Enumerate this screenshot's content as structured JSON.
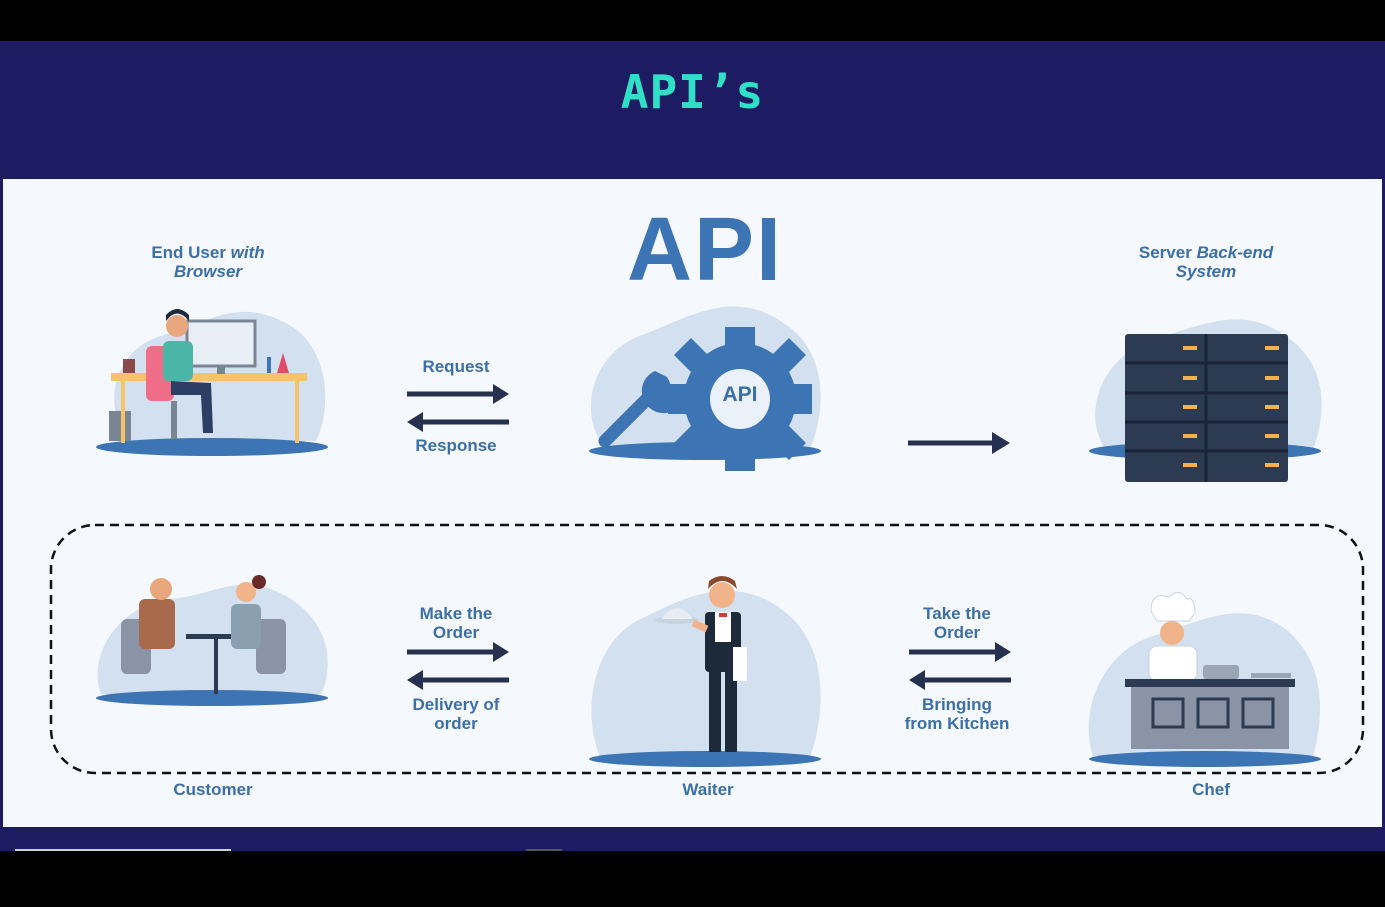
{
  "slide": {
    "title": "API’s"
  },
  "diagram": {
    "center_title": "API",
    "gear_label": "API",
    "top_row": {
      "end_user_label_part1": "End User ",
      "end_user_label_part2": "with",
      "end_user_label_part3": "Browser",
      "server_label_part1": "Server ",
      "server_label_part2": "Back-end",
      "server_label_part3": "System",
      "request_label": "Request",
      "response_label": "Response"
    },
    "bottom_row": {
      "customer_label": "Customer",
      "waiter_label": "Waiter",
      "chef_label": "Chef",
      "make_order_label_1": "Make the",
      "make_order_label_2": "Order",
      "delivery_label_1": "Delivery of",
      "delivery_label_2": "order",
      "take_order_label_1": "Take the",
      "take_order_label_2": "Order",
      "bringing_label_1": "Bringing",
      "bringing_label_2": "from Kitchen"
    },
    "colors": {
      "blob": "#d3e0ef",
      "accent": "#3d74b3",
      "arrow": "#26304f",
      "slide_bg": "#1d1b62",
      "title": "#2fe0c7"
    }
  }
}
